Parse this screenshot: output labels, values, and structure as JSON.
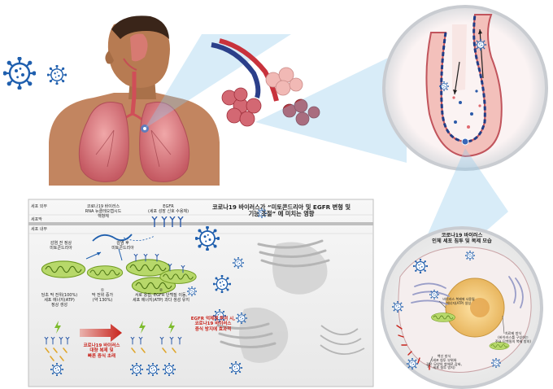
{
  "panel": {
    "title_line1": "코로나19 바이러스가 “미토콘드리아 및 EGFR 변형 및",
    "title_line2": "기능 조절” 에 미치는 영향",
    "row_outside": "세포 외부",
    "row_membrane": "세포막",
    "row_inside": "세포 내부",
    "rna_line1": "코로나19 바이러스",
    "rna_line2": "RNA 뉴클레오캡시드",
    "rna_line3": "핵항체",
    "egfr_line1": "EGFR",
    "egfr_line2": "(세포 성장 신호 수용체)",
    "pre_infection_line1": "감염 전 정상",
    "pre_infection_line2": "미토콘드리아",
    "post_infection_line1": "감염 후",
    "post_infection_line2": "미토콘드리아",
    "normal_line1": "당초 막 전위(100%)",
    "normal_line2": "세포 에너지(ATP)",
    "normal_line3": "정상 생성",
    "step1_num": "①",
    "step1_line1": "막 전위 증가",
    "step1_line2": "(약 130%)",
    "step2_num": "②",
    "step2_line1": "서로 응집, EGFR 단백질 이동,",
    "step2_line2": "세포 에너지(ATP) 과다 생성 유지",
    "spread_line1": "코로나19 바이러스",
    "spread_line2": "대량 복제 및",
    "spread_line3": "빠른 증식 초래",
    "inhibit_line1": "EGFR 억제제 투여 시,",
    "inhibit_line2": "코로나19 바이러스",
    "inhibit_line3": "증식 방지에 효과적"
  },
  "cell": {
    "title_line1": "코로나19 바이러스",
    "title_line2": "인체 세포 침투 및 복제 모습",
    "inner_line1": "바이러스 복제에 사용될",
    "inner_line2": "에너지(ATP) 생성",
    "right_line1": "치료제 방식",
    "right_line2": "(바이러스를 구성하는",
    "right_line3": "주요 단백질의 복제 방지)",
    "bottom_line1": "백신 방식",
    "bottom_line2": "(세포 침투 부위와",
    "bottom_line3": "같은 모양의 항체로 감싸,",
    "bottom_line4": "세포 침투 방지)"
  },
  "colors": {
    "virus": "#1f5fae",
    "lung": "#d5707a",
    "skin": "#a9714a",
    "shirt": "#8b1d1d",
    "mito": "#9ac53f",
    "arrow_red": "#c8231b",
    "lightning": "#7dbb2c",
    "highlight": "#8fc9ec"
  }
}
